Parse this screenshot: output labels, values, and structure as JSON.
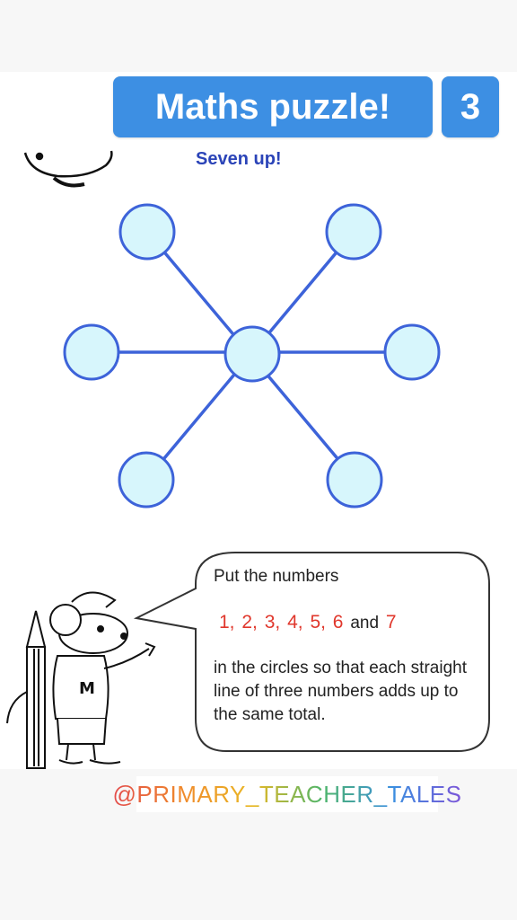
{
  "sticker": {
    "title": "Maths puzzle!",
    "number": "3"
  },
  "puzzle": {
    "title": "Seven up!",
    "instruction_intro": "Put the numbers",
    "numbers": [
      "1,",
      "2,",
      "3,",
      "4,",
      "5,",
      "6"
    ],
    "and_word": "and",
    "last_number": "7",
    "instruction_rest": "in the circles so that each straight line of three numbers adds up to the same total."
  },
  "handle": {
    "text": "@PRIMARY_TEACHER_TALES",
    "colors": [
      "#e34b4b",
      "#f08a2b",
      "#e9b824",
      "#4db56a",
      "#3b8fe0",
      "#7c55d8"
    ]
  },
  "colors": {
    "sticker_bg": "#3d8fe3",
    "circle_fill": "#d7f6fc",
    "circle_stroke": "#3d63d9",
    "title_blue": "#2b44b8",
    "number_red": "#e0372c"
  },
  "icons": {
    "mouse": "cartoon-mouse-with-pencil",
    "chef": "cartoon-head-partial"
  }
}
